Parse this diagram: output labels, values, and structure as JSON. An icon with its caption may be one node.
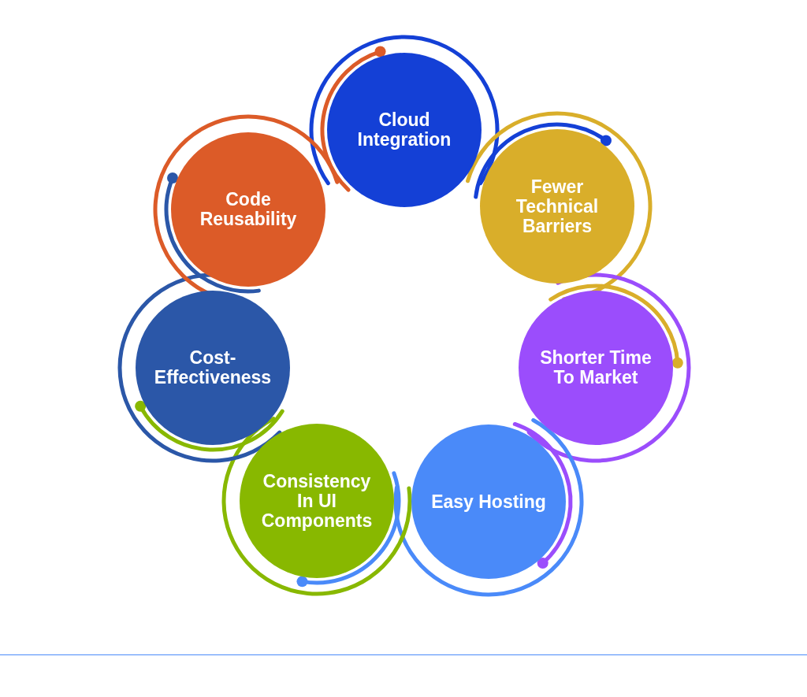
{
  "diagram": {
    "nodes": [
      {
        "text": [
          "Cloud Integration"
        ]
      },
      {
        "text": [
          "Fewer Technical Barriers"
        ]
      },
      {
        "text": [
          "Shorter Time To Market"
        ]
      },
      {
        "text": [
          "Easy Hosting"
        ]
      },
      {
        "text": [
          "Consistency In UI Components"
        ]
      },
      {
        "text": [
          "Cost-Effectiveness"
        ]
      },
      {
        "text": [
          "Code Reusability"
        ]
      }
    ],
    "edges": []
  }
}
